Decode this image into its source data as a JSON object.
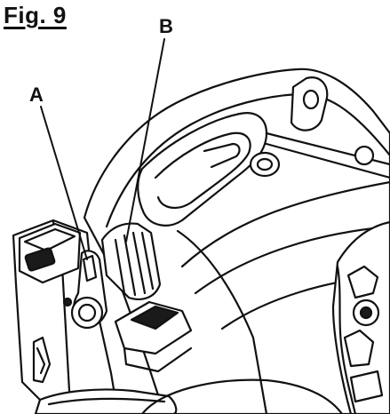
{
  "figure": {
    "title": "Fig. 9",
    "callouts": [
      {
        "label": "A",
        "target": "handle-release-lever"
      },
      {
        "label": "B",
        "target": "blade-guard-lock"
      }
    ]
  },
  "colors": {
    "line": "#111111",
    "fill_light": "#ffffff",
    "fill_dark": "#1a1a1a"
  }
}
